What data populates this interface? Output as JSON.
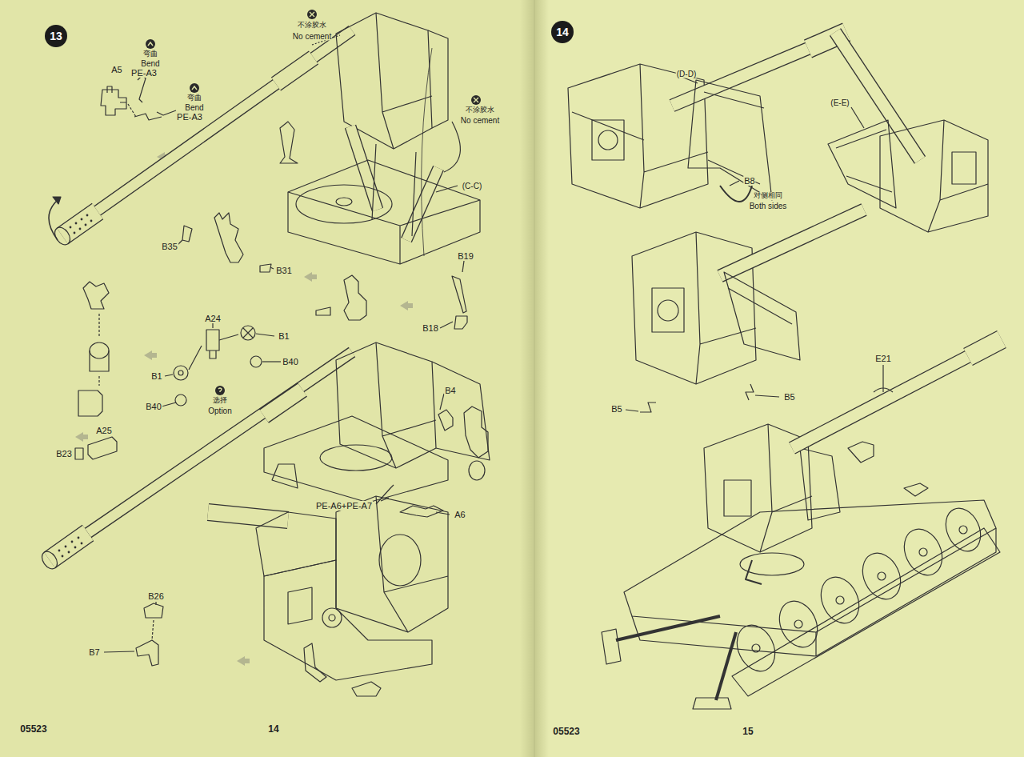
{
  "diagram": {
    "nodes": [
      {
        "text": [
          "13"
        ]
      },
      {
        "text": [
          "14"
        ]
      }
    ],
    "labels": [
      "弯曲",
      "Bend",
      "PE-A3",
      "A5",
      "弯曲",
      "Bend",
      "PE-A3",
      "不涂胶水",
      "No cement",
      "不涂胶水",
      "No cement",
      "(C-C)",
      "B35",
      "B31",
      "B19",
      "B18",
      "A24",
      "B1",
      "B40",
      "B1",
      "B40",
      "选择",
      "Option",
      "B4",
      "B23",
      "A25",
      "PE-A6+PE-A7",
      "A6",
      "B26",
      "B7",
      "05523",
      "14",
      "(D-D)",
      "(E-E)",
      "B8",
      "对侧相同",
      "Both sides",
      "B5",
      "B5",
      "E21",
      "05523",
      "15"
    ]
  }
}
